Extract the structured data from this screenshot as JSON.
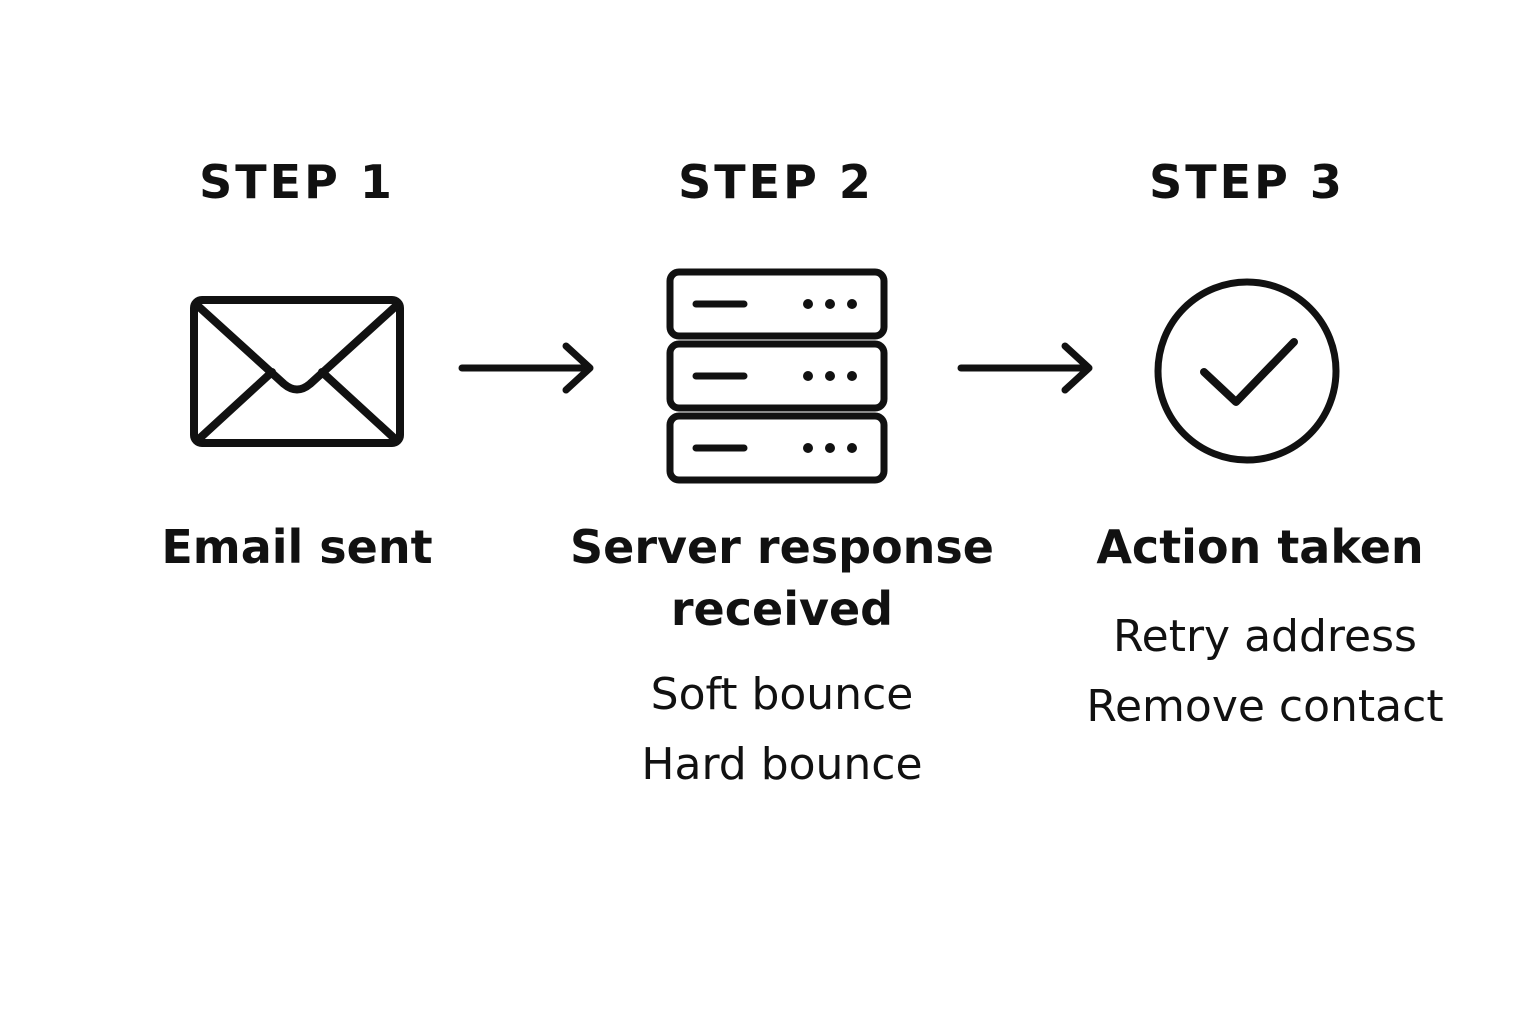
{
  "steps": [
    {
      "heading": "STEP 1",
      "title_lines": [
        "Email sent"
      ],
      "icon": "envelope-icon",
      "outcomes": []
    },
    {
      "heading": "STEP 2",
      "title_lines": [
        "Server response",
        "received"
      ],
      "icon": "server-icon",
      "outcomes": [
        "Soft bounce",
        "Hard bounce"
      ]
    },
    {
      "heading": "STEP 3",
      "title_lines": [
        "Action taken"
      ],
      "icon": "check-circle-icon",
      "outcomes": [
        "Retry address",
        "Remove contact"
      ]
    }
  ],
  "colors": {
    "ink": "#111111",
    "background": "#ffffff"
  }
}
